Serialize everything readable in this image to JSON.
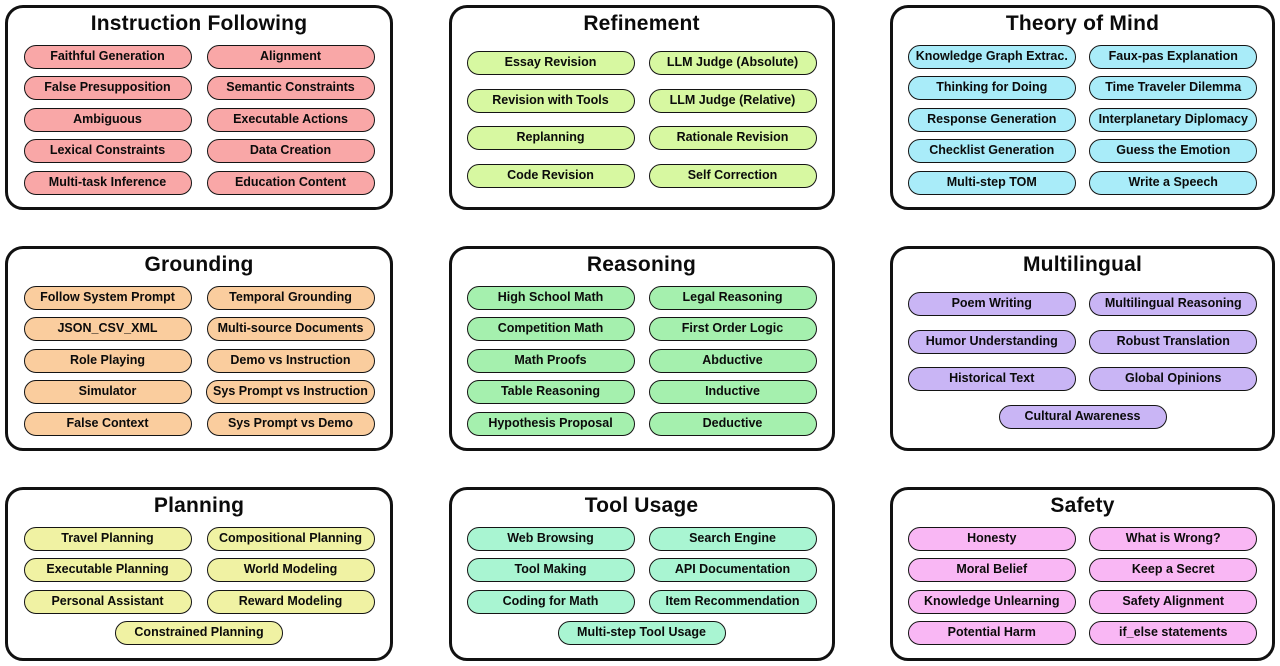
{
  "figure": {
    "background_color": "#ffffff",
    "panel_border_color": "#111111",
    "pill_border_color": "#141414",
    "text_color": "#0b0b0b"
  },
  "panels": [
    {
      "id": "instruction-following",
      "title": "Instruction Following",
      "pill_color": "#F9A7A7",
      "rows": [
        [
          "Faithful Generation",
          "Alignment"
        ],
        [
          "False Presupposition",
          "Semantic Constraints"
        ],
        [
          "Ambiguous",
          "Executable Actions"
        ],
        [
          "Lexical Constraints",
          "Data Creation"
        ],
        [
          "Multi-task Inference",
          "Education Content"
        ]
      ]
    },
    {
      "id": "refinement",
      "title": "Refinement",
      "pill_color": "#D7F8A1",
      "rows": [
        [
          "Essay Revision",
          "LLM Judge (Absolute)"
        ],
        [
          "Revision with Tools",
          "LLM Judge (Relative)"
        ],
        [
          "Replanning",
          "Rationale Revision"
        ],
        [
          "Code Revision",
          "Self Correction"
        ]
      ]
    },
    {
      "id": "theory-of-mind",
      "title": "Theory of Mind",
      "pill_color": "#A9ECF9",
      "rows": [
        [
          "Knowledge Graph Extrac.",
          "Faux-pas Explanation"
        ],
        [
          "Thinking for Doing",
          "Time Traveler Dilemma"
        ],
        [
          "Response Generation",
          "Interplanetary Diplomacy"
        ],
        [
          "Checklist Generation",
          "Guess the Emotion"
        ],
        [
          "Multi-step TOM",
          "Write a Speech"
        ]
      ]
    },
    {
      "id": "grounding",
      "title": "Grounding",
      "pill_color": "#FACD9E",
      "rows": [
        [
          "Follow System Prompt",
          "Temporal Grounding"
        ],
        [
          "JSON_CSV_XML",
          "Multi-source Documents"
        ],
        [
          "Role Playing",
          "Demo vs Instruction"
        ],
        [
          "Simulator",
          "Sys Prompt vs Instruction"
        ],
        [
          "False Context",
          "Sys Prompt vs Demo"
        ]
      ]
    },
    {
      "id": "reasoning",
      "title": "Reasoning",
      "pill_color": "#A5F0AE",
      "rows": [
        [
          "High School Math",
          "Legal Reasoning"
        ],
        [
          "Competition Math",
          "First Order Logic"
        ],
        [
          "Math Proofs",
          "Abductive"
        ],
        [
          "Table Reasoning",
          "Inductive"
        ],
        [
          "Hypothesis Proposal",
          "Deductive"
        ]
      ]
    },
    {
      "id": "multilingual",
      "title": "Multilingual",
      "pill_color": "#C9B5F5",
      "rows": [
        [
          "Poem Writing",
          "Multilingual Reasoning"
        ],
        [
          "Humor Understanding",
          "Robust Translation"
        ],
        [
          "Historical Text",
          "Global Opinions"
        ],
        [
          "Cultural Awareness"
        ]
      ]
    },
    {
      "id": "planning",
      "title": "Planning",
      "pill_color": "#F0F2A3",
      "rows": [
        [
          "Travel Planning",
          "Compositional Planning"
        ],
        [
          "Executable Planning",
          "World Modeling"
        ],
        [
          "Personal Assistant",
          "Reward Modeling"
        ],
        [
          "Constrained Planning"
        ]
      ]
    },
    {
      "id": "tool-usage",
      "title": "Tool Usage",
      "pill_color": "#A9F5D2",
      "rows": [
        [
          "Web Browsing",
          "Search Engine"
        ],
        [
          "Tool Making",
          "API Documentation"
        ],
        [
          "Coding for Math",
          "Item Recommendation"
        ],
        [
          "Multi-step Tool Usage"
        ]
      ]
    },
    {
      "id": "safety",
      "title": "Safety",
      "pill_color": "#F9B7F4",
      "rows": [
        [
          "Honesty",
          "What is Wrong?"
        ],
        [
          "Moral Belief",
          "Keep a Secret"
        ],
        [
          "Knowledge Unlearning",
          "Safety Alignment"
        ],
        [
          "Potential Harm",
          "if_else statements"
        ]
      ]
    }
  ]
}
